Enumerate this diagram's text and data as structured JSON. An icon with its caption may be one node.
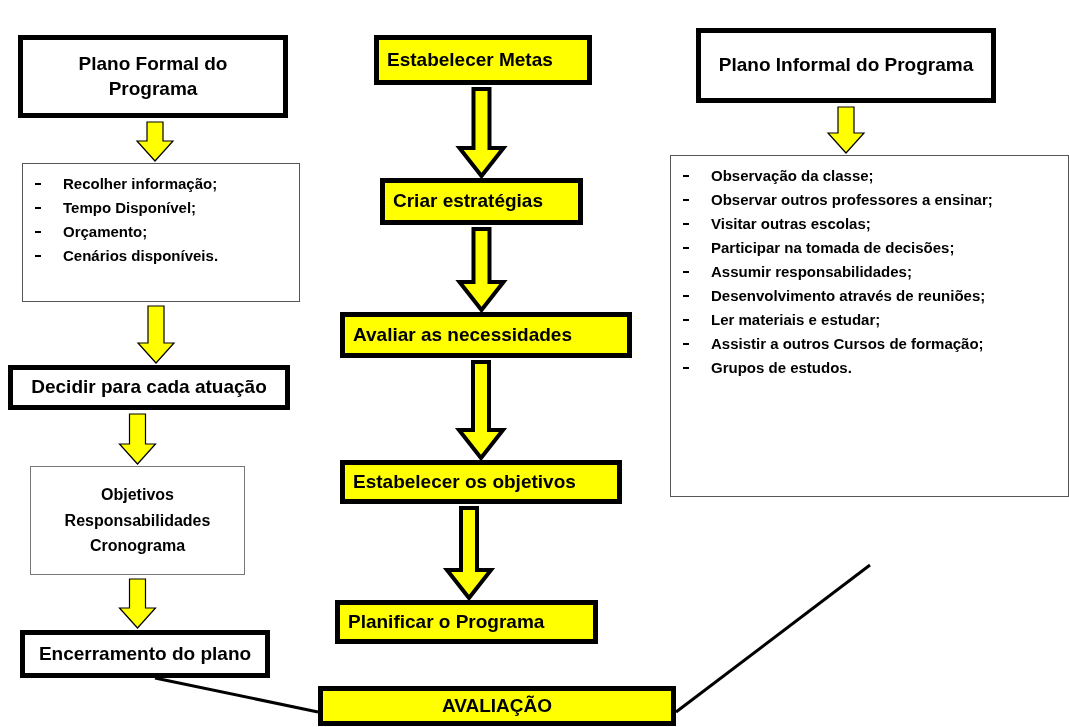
{
  "diagram": {
    "nodes": [
      {
        "text": [
          "Plano Formal do Programa"
        ]
      },
      {
        "text": [
          "Recolher informação;",
          "Tempo Disponível;",
          "Orçamento;",
          "Cenários disponíveis."
        ]
      },
      {
        "text": [
          "Decidir para cada atuação"
        ]
      },
      {
        "text": [
          "Objetivos",
          "Responsabilidades",
          "Cronograma"
        ]
      },
      {
        "text": [
          "Encerramento do plano"
        ]
      },
      {
        "text": [
          "Estabelecer Metas"
        ]
      },
      {
        "text": [
          "Criar estratégias"
        ]
      },
      {
        "text": [
          "Avaliar as necessidades"
        ]
      },
      {
        "text": [
          "Estabelecer os objetivos"
        ]
      },
      {
        "text": [
          "Planificar o Programa"
        ]
      },
      {
        "text": [
          "AVALIAÇÃO"
        ]
      },
      {
        "text": [
          "Plano Informal do Programa"
        ]
      },
      {
        "text": [
          "Observação da classe;",
          "Observar outros professores a ensinar;",
          "Visitar outras escolas;",
          "Participar na tomada de decisões;",
          "Assumir responsabilidades;",
          "Desenvolvimento através de reuniões;",
          "Ler materiais e estudar;",
          "Assistir a outros Cursos de formação;",
          "Grupos de estudos."
        ]
      }
    ],
    "edges": [
      {
        "from": 0,
        "to": 1,
        "arrow": "to"
      },
      {
        "from": 1,
        "to": 2,
        "arrow": "to"
      },
      {
        "from": 2,
        "to": 3,
        "arrow": "to"
      },
      {
        "from": 3,
        "to": 4,
        "arrow": "to"
      },
      {
        "from": 5,
        "to": 6,
        "arrow": "to",
        "style": "thick"
      },
      {
        "from": 6,
        "to": 7,
        "arrow": "to",
        "style": "thick"
      },
      {
        "from": 7,
        "to": 8,
        "arrow": "to",
        "style": "thick"
      },
      {
        "from": 8,
        "to": 9,
        "arrow": "to",
        "style": "thick"
      },
      {
        "from": 11,
        "to": 12,
        "arrow": "to"
      },
      {
        "from": 4,
        "to": 10,
        "arrow": "none",
        "color": "#000000"
      },
      {
        "from": null,
        "to": 10,
        "arrow": "none",
        "color": "#000000"
      }
    ]
  }
}
